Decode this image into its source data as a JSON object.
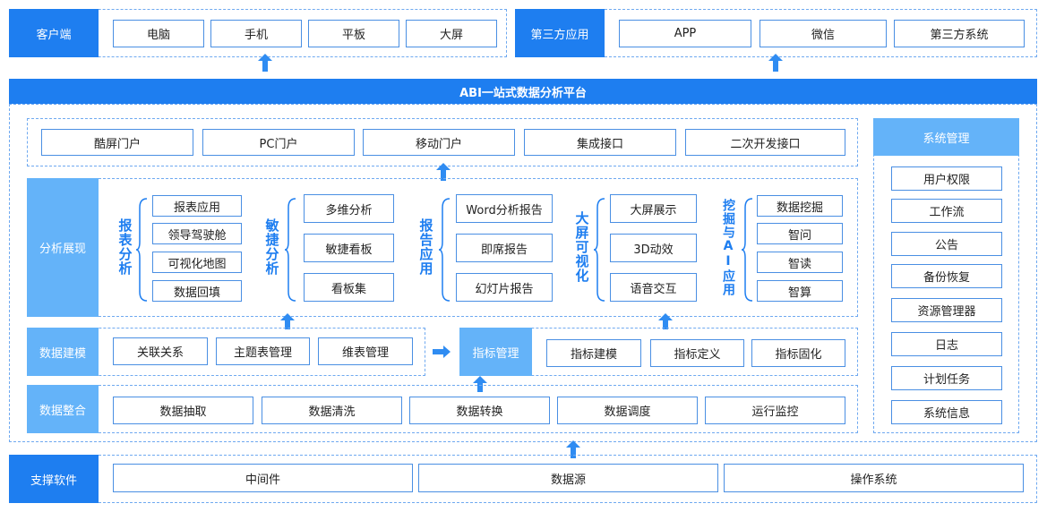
{
  "client": {
    "label": "客户端",
    "items": [
      "电脑",
      "手机",
      "平板",
      "大屏"
    ]
  },
  "third_party": {
    "label": "第三方应用",
    "items": [
      "APP",
      "微信",
      "第三方系统"
    ]
  },
  "platform": {
    "title": "ABI一站式数据分析平台"
  },
  "portals": [
    "酷屏门户",
    "PC门户",
    "移动门户",
    "集成接口",
    "二次开发接口"
  ],
  "analysis": {
    "label": "分析展现",
    "groups": [
      {
        "title": "报表分析",
        "items": [
          "报表应用",
          "领导驾驶舱",
          "可视化地图",
          "数据回填"
        ]
      },
      {
        "title": "敏捷分析",
        "items": [
          "多维分析",
          "敏捷看板",
          "看板集"
        ]
      },
      {
        "title": "报告应用",
        "items": [
          "Word分析报告",
          "即席报告",
          "幻灯片报告"
        ]
      },
      {
        "title": "大屏可视化",
        "items": [
          "大屏展示",
          "3D动效",
          "语音交互"
        ]
      },
      {
        "title": "挖掘与AI应用",
        "items": [
          "数据挖掘",
          "智问",
          "智读",
          "智算"
        ]
      }
    ]
  },
  "modeling": {
    "label": "数据建模",
    "items": [
      "关联关系",
      "主题表管理",
      "维表管理"
    ]
  },
  "metrics": {
    "label": "指标管理",
    "items": [
      "指标建模",
      "指标定义",
      "指标固化"
    ]
  },
  "integration": {
    "label": "数据整合",
    "items": [
      "数据抽取",
      "数据清洗",
      "数据转换",
      "数据调度",
      "运行监控"
    ]
  },
  "system": {
    "label": "系统管理",
    "items": [
      "用户权限",
      "工作流",
      "公告",
      "备份恢复",
      "资源管理器",
      "日志",
      "计划任务",
      "系统信息"
    ]
  },
  "support": {
    "label": "支撑软件",
    "items": [
      "中间件",
      "数据源",
      "操作系统"
    ]
  },
  "colors": {
    "primary": "#1e7ef0",
    "light": "#64b3f9",
    "border": "#4a8fe3",
    "dashed": "#6fa9f0"
  }
}
